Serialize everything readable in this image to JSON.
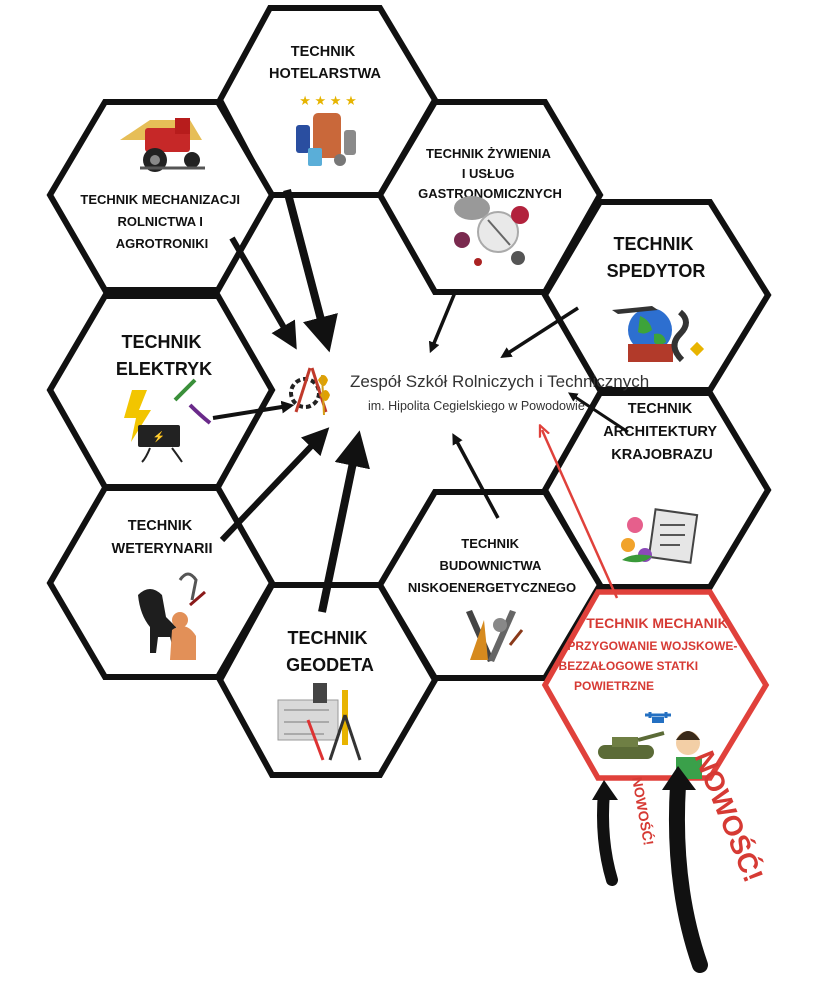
{
  "school": {
    "name": "Zespół Szkół Rolniczych i Technicznych",
    "patron": "im. Hipolita Cegielskiego w Powodowie"
  },
  "hexes": {
    "hotelarstwa": [
      "TECHNIK",
      "HOTELARSTWA"
    ],
    "mechanizacji": [
      "TECHNIK MECHANIZACJI",
      "ROLNICTWA I",
      "AGROTRONIKI"
    ],
    "zywienia": [
      "TECHNIK ŻYWIENIA",
      "I USŁUG",
      "GASTRONOMICZNYCH"
    ],
    "spedytor": [
      "TECHNIK",
      "SPEDYTOR"
    ],
    "elektryk": [
      "TECHNIK",
      "ELEKTRYK"
    ],
    "architektury": [
      "TECHNIK",
      "ARCHITEKTURY",
      "KRAJOBRAZU"
    ],
    "weterynarii": [
      "TECHNIK",
      "WETERYNARII"
    ],
    "budownictwa": [
      "TECHNIK",
      "BUDOWNICTWA",
      "NISKOENERGETYCZNEGO"
    ],
    "geodeta": [
      "TECHNIK",
      "GEODETA"
    ],
    "mechanik": {
      "title": "TECHNIK MECHANIK",
      "subtitle": [
        "PRZYGOWANIE WOJSKOWE-",
        "BEZZAŁOGOWE STATKI",
        "POWIETRZNE"
      ]
    }
  },
  "badges": {
    "small": "NOWOŚĆ!",
    "large": "NOWOŚĆ!"
  },
  "colors": {
    "accent": "#e0413b",
    "outline": "#111111",
    "text": "#111111"
  },
  "icons": [
    "tractor-icon",
    "luggage-icon",
    "food-icon",
    "globe-truck-icon",
    "electric-tools-icon",
    "flower-book-icon",
    "animals-icon",
    "drawing-tools-icon",
    "surveying-icon",
    "tank-drone-icon"
  ]
}
